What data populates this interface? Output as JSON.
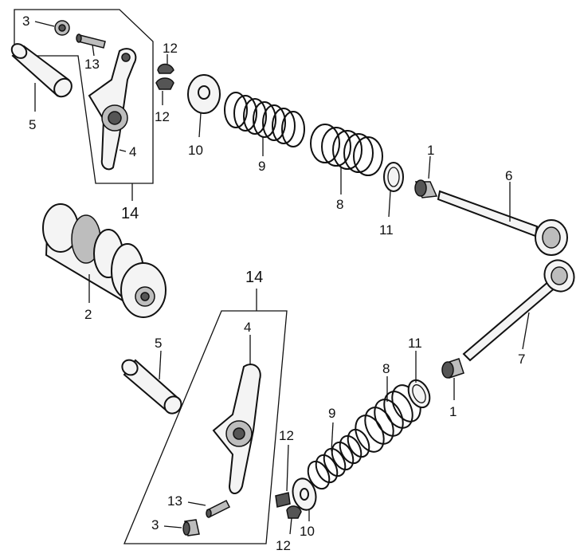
{
  "labels": {
    "upper": {
      "p1": "1",
      "p3": "3",
      "p4": "4",
      "p5": "5",
      "p6": "6",
      "p8": "8",
      "p9": "9",
      "p10": "10",
      "p11": "11",
      "p12a": "12",
      "p12b": "12",
      "p13": "13",
      "p14": "14",
      "p2": "2"
    },
    "lower": {
      "p1": "1",
      "p3": "3",
      "p4": "4",
      "p5": "5",
      "p7": "7",
      "p8": "8",
      "p9": "9",
      "p10": "10",
      "p11": "11",
      "p12a": "12",
      "p12b": "12",
      "p13": "13",
      "p14": "14"
    }
  }
}
